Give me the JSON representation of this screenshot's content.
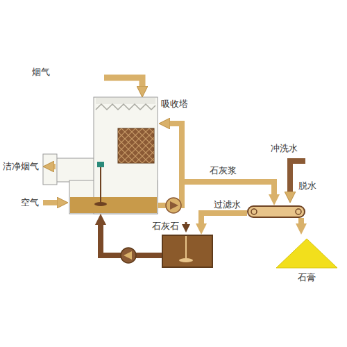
{
  "diagram": {
    "nodes": [
      {
        "text": [
          "吸收塔"
        ]
      },
      {
        "text": [
          "脱水"
        ]
      },
      {
        "text": [
          "石灰石"
        ]
      },
      {
        "text": [
          "石膏"
        ]
      }
    ],
    "edges": [
      {
        "from": 0,
        "to": 1,
        "arrow": "to",
        "label": "石灰浆"
      },
      {
        "from": 1,
        "to": 2,
        "arrow": "to",
        "label": "过滤水"
      },
      {
        "from": 2,
        "to": 0,
        "arrow": "to"
      },
      {
        "from": 1,
        "to": 3,
        "arrow": "to"
      }
    ],
    "labels": [
      "烟气",
      "洁净烟气",
      "空气",
      "冲洗水"
    ]
  }
}
